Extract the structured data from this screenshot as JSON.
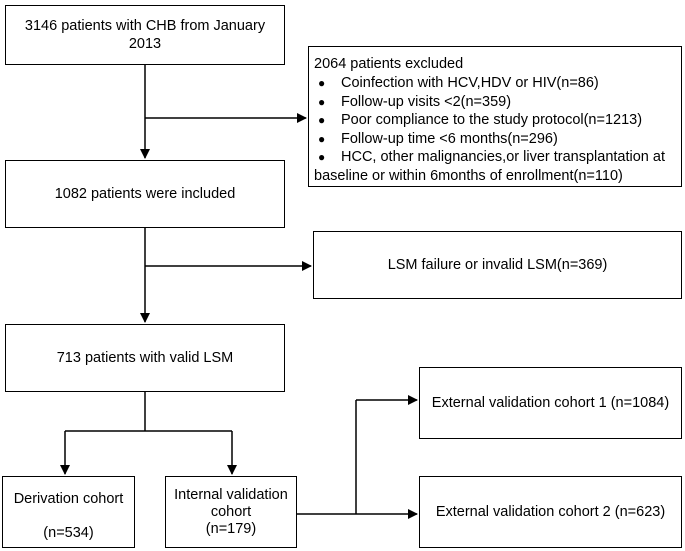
{
  "diagram": {
    "start": {
      "line1": "3146 patients with CHB from January",
      "line2": "2013"
    },
    "excluded": {
      "head": "2064 patients excluded",
      "items": [
        "Coinfection with HCV,HDV or HIV(n=86)",
        "Follow-up visits <2(n=359)",
        "Poor compliance to the study protocol(n=1213)",
        "Follow-up time <6 months(n=296)",
        "HCC, other malignancies,or liver transplantation at",
        "baseline or within 6months of enrollment(n=110)"
      ]
    },
    "included": "1082 patients were included",
    "lsm_failure": "LSM failure or invalid LSM(n=369)",
    "valid_lsm": "713 patients with valid LSM",
    "derivation": {
      "line1": "Derivation cohort",
      "line2": "(n=534)"
    },
    "internal": {
      "line1": "Internal validation",
      "line2": "cohort",
      "line3": "(n=179)"
    },
    "external1": "External validation cohort 1 (n=1084)",
    "external2": "External validation cohort 2 (n=623)"
  }
}
